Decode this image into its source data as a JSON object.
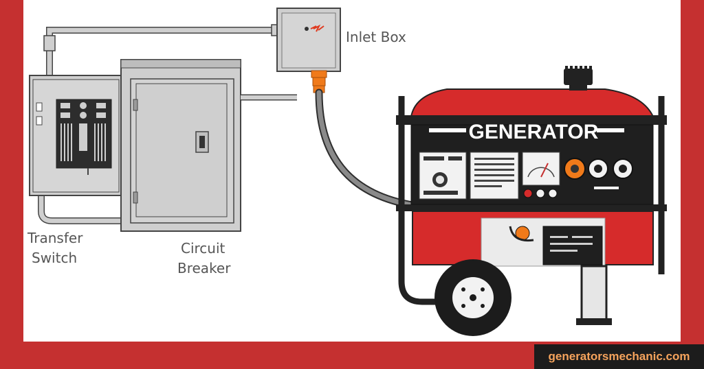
{
  "labels": {
    "inlet_box": "Inlet Box",
    "transfer_switch": [
      "Transfer",
      "Switch"
    ],
    "circuit_breaker": [
      "Circuit",
      "Breaker"
    ],
    "generator_brand": "GENERATOR"
  },
  "footer": {
    "website": "generatorsmechanic.com"
  },
  "colors": {
    "border_red": "#c53030",
    "generator_red": "#d62b2b",
    "panel_gray": "#cfcfcf",
    "accent_orange": "#f07a1a",
    "footer_text": "#f5a35c"
  }
}
